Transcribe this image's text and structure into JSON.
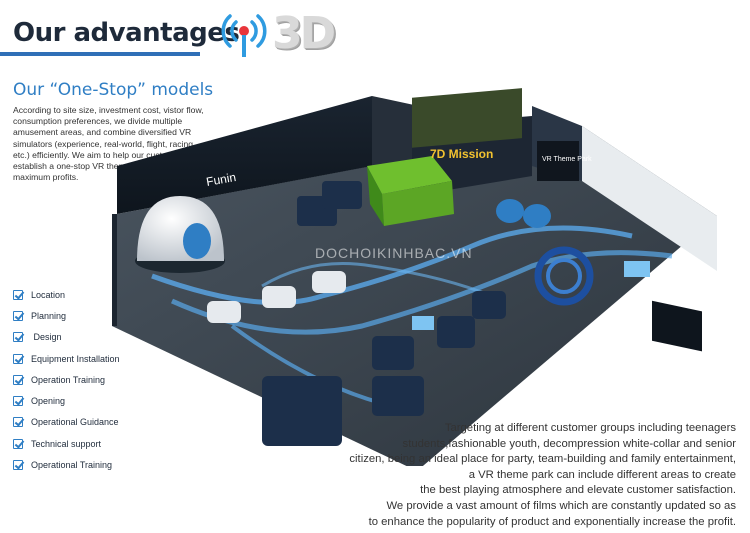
{
  "header": {
    "title": "Our advantages",
    "brand_3d": "3D"
  },
  "section": {
    "subtitle": "Our “One-Stop” models",
    "description": "According to site size, investment cost, vistor flow,\nconsumption preferences, we divide multiple\namusement areas, and combine diversified  VR\nsimulators (experience, real-world, flight, racing,\netc.) efficiently. We aim to help our customers\nestablish a one-stop VR theme park to achieve\nmaximum profits."
  },
  "steps": [
    {
      "label": "Location"
    },
    {
      "label": "Planning"
    },
    {
      "label": " Design"
    },
    {
      "label": "Equipment Installation"
    },
    {
      "label": "Operation Training"
    },
    {
      "label": "Opening"
    },
    {
      "label": "Operational Guidance"
    },
    {
      "label": "Technical support"
    },
    {
      "label": "Operational Training"
    }
  ],
  "park_image": {
    "signs": {
      "funin_left": "Funin",
      "funin_right": "Funin",
      "theme_park": "VR\nTheme Park",
      "mission": "7D Mission"
    },
    "watermark": "DOCHOIKINHBAC.VN"
  },
  "bottom_text": "Targeting at different customer groups including teenagers\nstudents,fashionable youth, decompression white-collar and senior\ncitizen, being an ideal place for party, team-building and family entertainment,\na VR theme park can include different areas to create\nthe best playing atmosphere and elevate customer satisfaction.\nWe provide a vast amount of films which are constantly updated so as\nto enhance the popularity of product and exponentially increase the profit.",
  "colors": {
    "accent_blue": "#2f7ec4",
    "title_dark": "#1e2a3a",
    "underline": "#2f6fb7"
  },
  "icons": [
    "signal-icon",
    "checkbox-icon"
  ]
}
